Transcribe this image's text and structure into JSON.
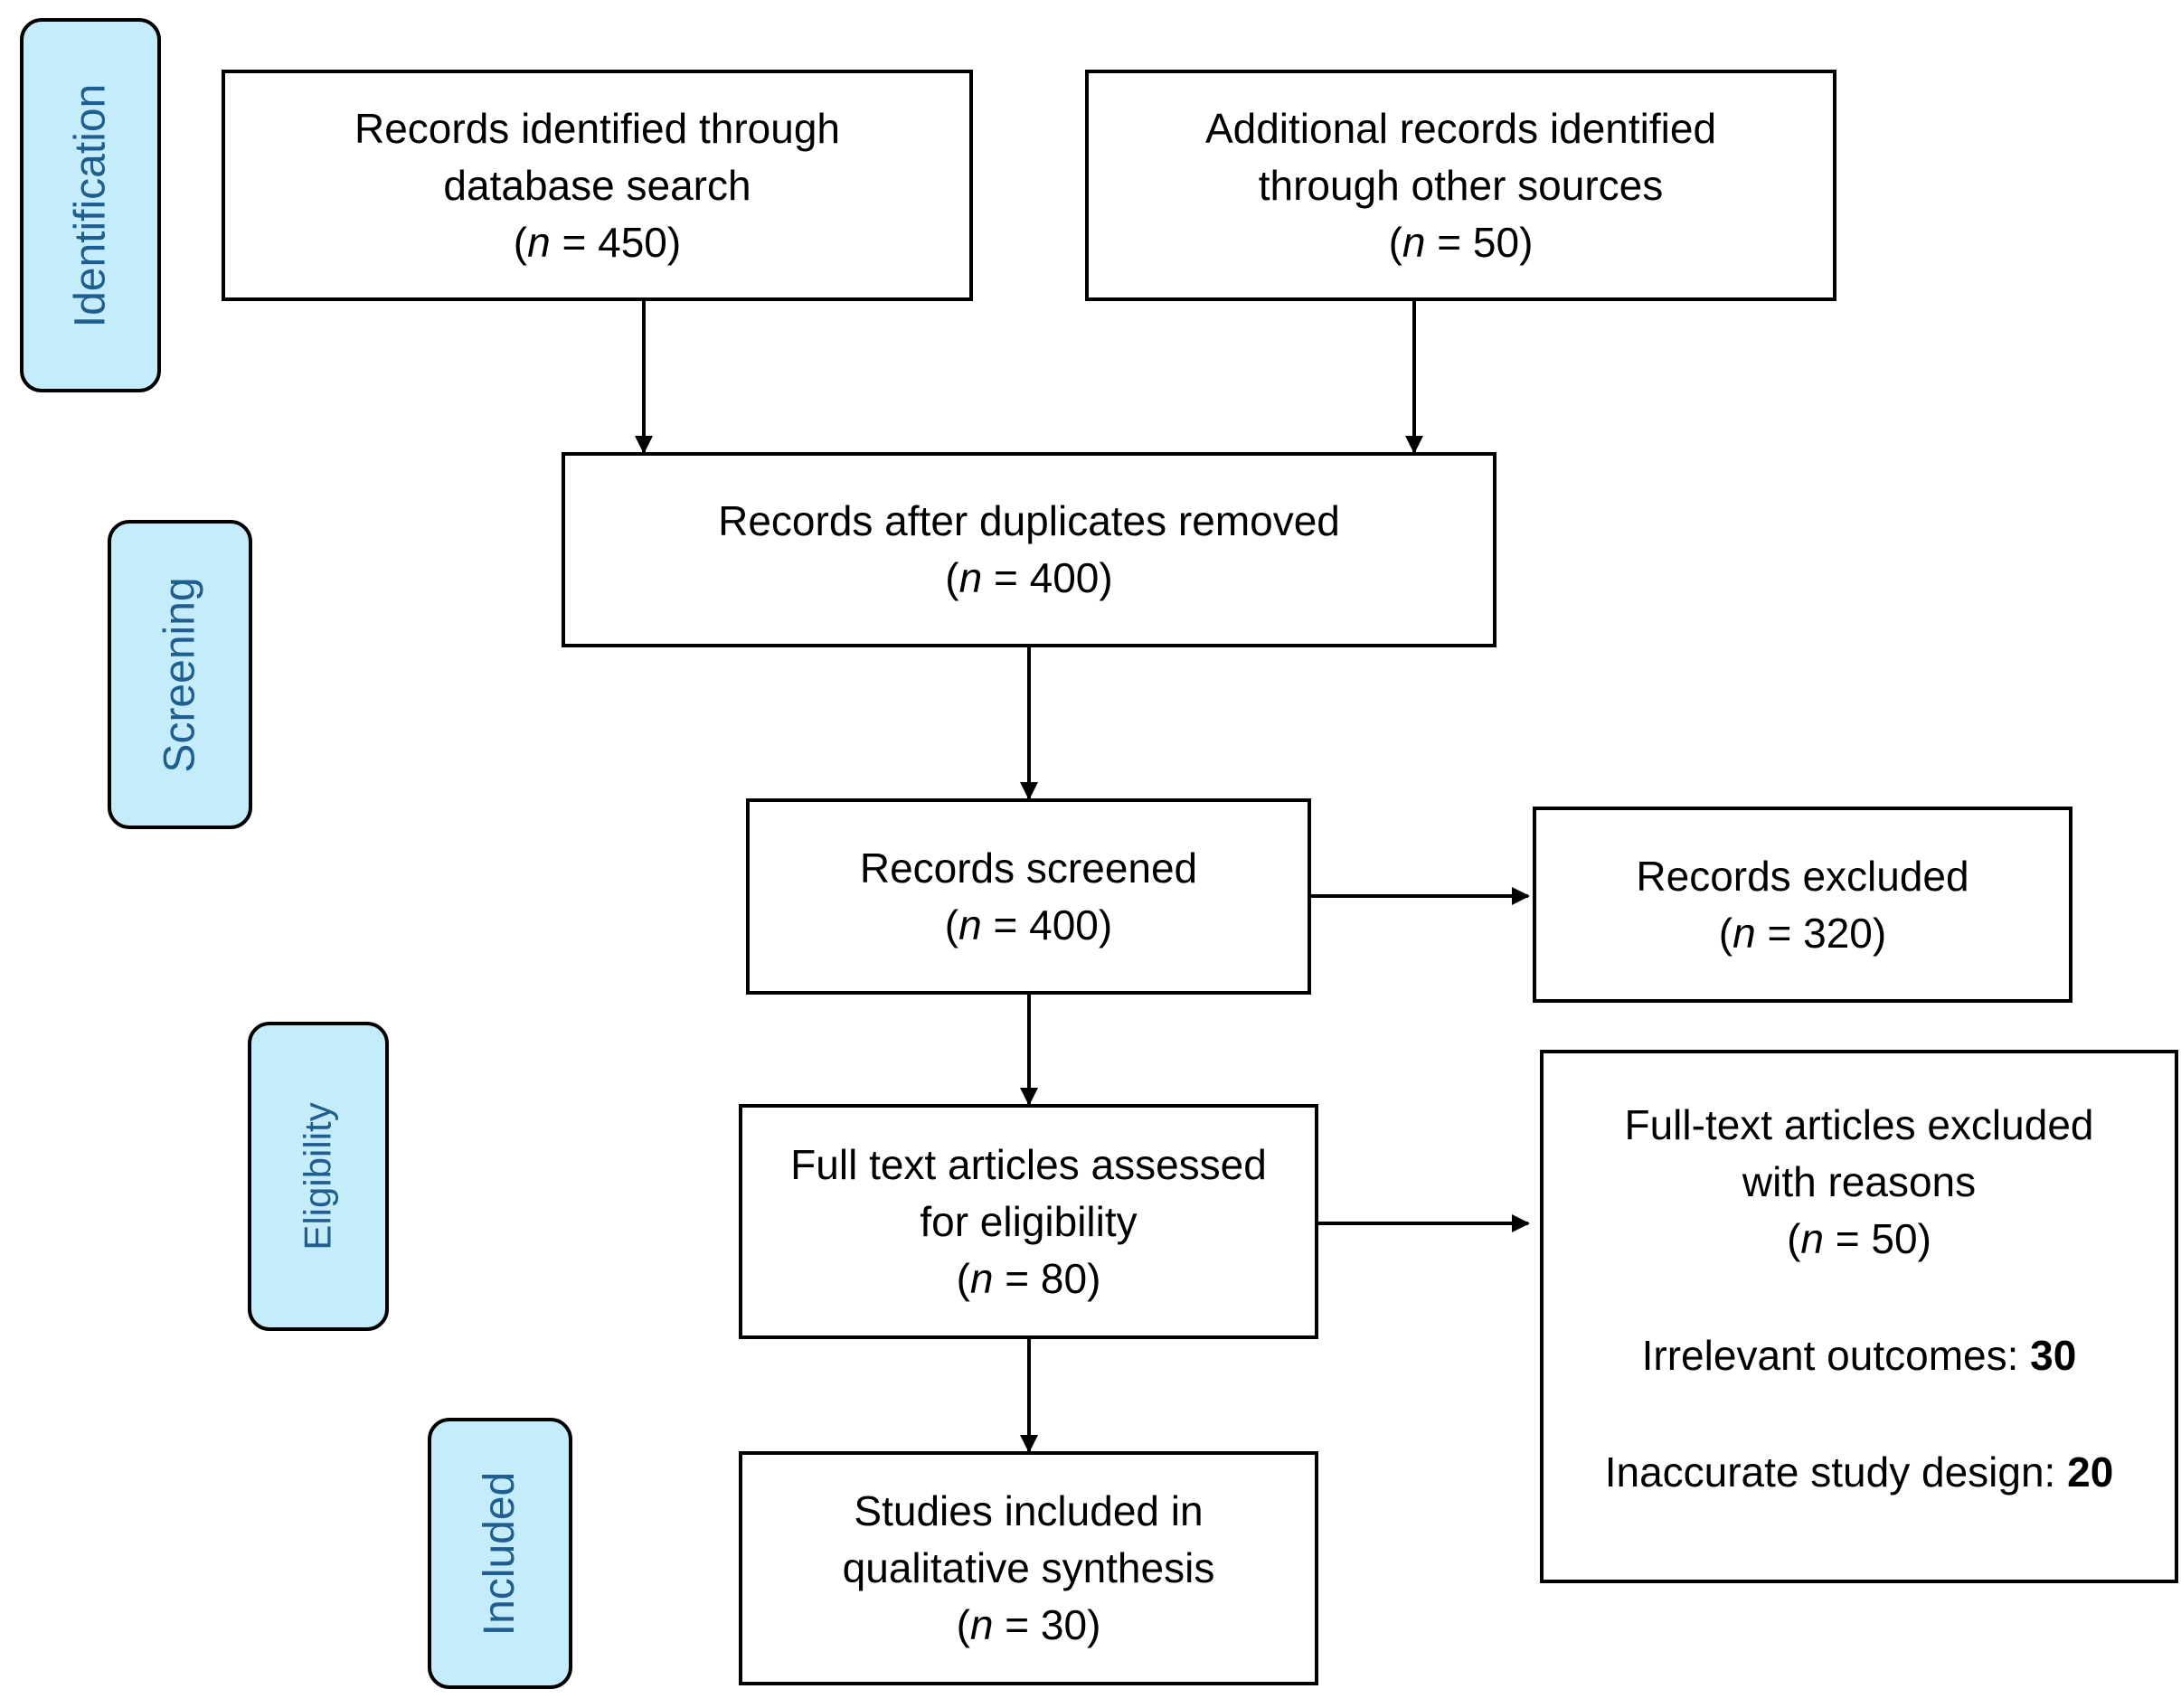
{
  "stages": {
    "identification": "Identification",
    "screening": "Screening",
    "eligibility": "Eligibility",
    "included": "Included"
  },
  "boxes": {
    "database": {
      "lines": [
        "Records identified through",
        "database search"
      ],
      "n": "450"
    },
    "other": {
      "lines": [
        "Additional records identified",
        "through other sources"
      ],
      "n": "50"
    },
    "dedup": {
      "lines": [
        "Records after duplicates removed"
      ],
      "n": "400"
    },
    "screened": {
      "lines": [
        "Records screened"
      ],
      "n": "400"
    },
    "excluded": {
      "lines": [
        "Records excluded"
      ],
      "n": "320"
    },
    "fulltext": {
      "lines": [
        "Full text articles assessed",
        "for eligibility"
      ],
      "n": "80"
    },
    "fulltext_excluded": {
      "lines": [
        "Full-text articles excluded",
        "with reasons"
      ],
      "n": "50",
      "reasons": [
        {
          "label": "Irrelevant outcomes: ",
          "count": "30"
        },
        {
          "label": "Inaccurate study design: ",
          "count": "20"
        }
      ]
    },
    "included": {
      "lines": [
        "Studies included in",
        "qualitative synthesis"
      ],
      "n": "30"
    }
  },
  "n_prefix": "n",
  "n_equals": " = "
}
